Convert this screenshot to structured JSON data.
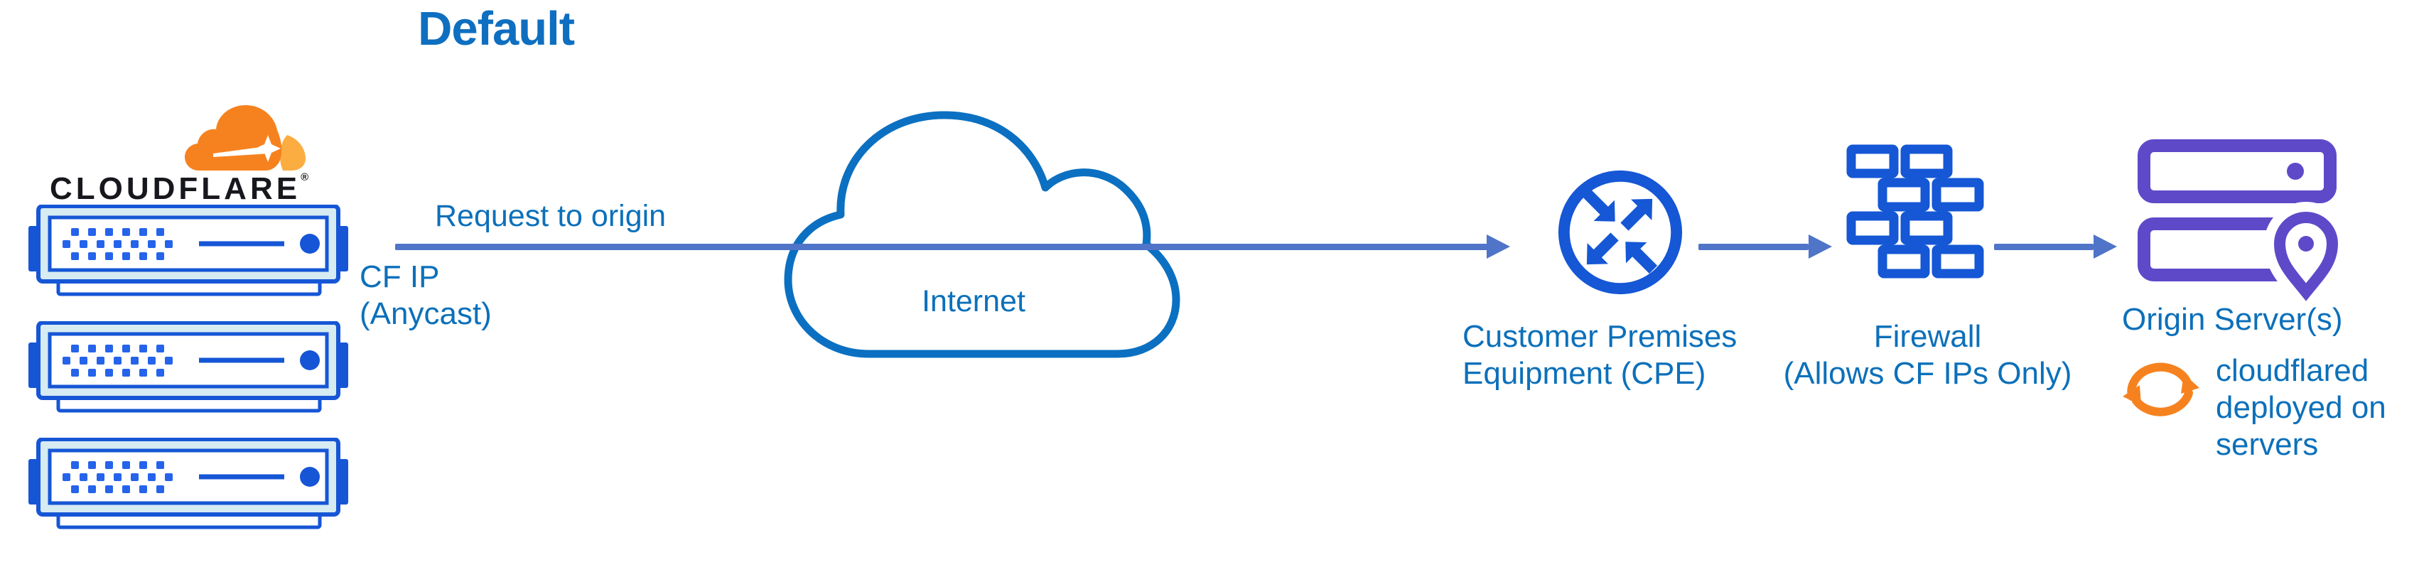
{
  "title": "Default",
  "cloudflare": {
    "wordmark": "CLOUDFLARE",
    "registered": "®"
  },
  "flow": {
    "request_label": "Request to origin",
    "cf_ip_lines": [
      "CF IP",
      "(Anycast)"
    ]
  },
  "internet": {
    "label": "Internet"
  },
  "cpe": {
    "lines": [
      "Customer Premises",
      "Equipment (CPE)"
    ]
  },
  "firewall": {
    "lines": [
      "Firewall",
      "(Allows CF IPs Only)"
    ]
  },
  "origin": {
    "label": "Origin Server(s)",
    "cloudflared_lines": [
      "cloudflared",
      "deployed on",
      "servers"
    ]
  },
  "icons": {
    "cloudflare_logo": "cloudflare-cloud",
    "edge_server": "rack-server",
    "internet": "cloud-outline",
    "cpe": "router-crossed-arrows",
    "firewall": "brick-wall",
    "origin": "server-with-location-pin",
    "cloudflared": "sync-arrows"
  },
  "colors": {
    "label_blue": "#0c70ba",
    "title_blue": "#0e6fc0",
    "icon_blue": "#1656d6",
    "arrow_slate_blue": "#4f74c8",
    "cloud_outline_blue": "#0b70c1",
    "server_fill_light": "#d6ebf2",
    "origin_purple": "#5e4ac9",
    "cloudflare_orange": "#f6821f",
    "cloudflare_orange_light": "#fbad41",
    "wordmark_black": "#17181d"
  }
}
